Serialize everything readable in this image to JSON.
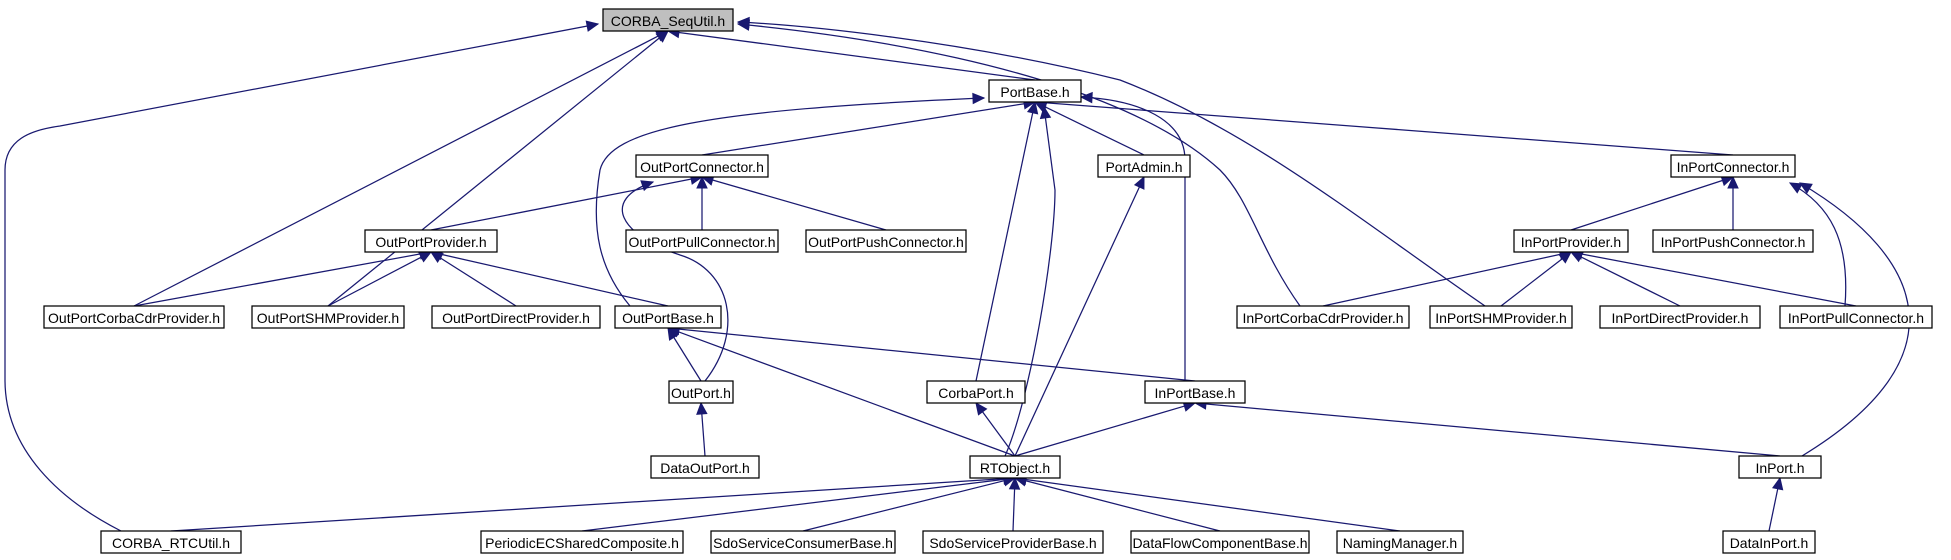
{
  "diagram": {
    "root": "CORBA_SeqUtil.h",
    "nodes": {
      "corba_sequtil": "CORBA_SeqUtil.h",
      "portbase": "PortBase.h",
      "outportconnector": "OutPortConnector.h",
      "portadmin": "PortAdmin.h",
      "inportconnector": "InPortConnector.h",
      "outportprovider": "OutPortProvider.h",
      "outportpullconnector": "OutPortPullConnector.h",
      "outportpushconnector": "OutPortPushConnector.h",
      "inportprovider": "InPortProvider.h",
      "inportpushconnector": "InPortPushConnector.h",
      "outportcorbacdrprovider": "OutPortCorbaCdrProvider.h",
      "outportshmprovider": "OutPortSHMProvider.h",
      "outportdirectprovider": "OutPortDirectProvider.h",
      "outportbase": "OutPortBase.h",
      "inportcorbacdrprovider": "InPortCorbaCdrProvider.h",
      "inportshmprovider": "InPortSHMProvider.h",
      "inportdirectprovider": "InPortDirectProvider.h",
      "inportpullconnector": "InPortPullConnector.h",
      "outport": "OutPort.h",
      "corbaport": "CorbaPort.h",
      "inportbase": "InPortBase.h",
      "dataoutport": "DataOutPort.h",
      "rtobject": "RTObject.h",
      "inport": "InPort.h",
      "corba_rtcutil": "CORBA_RTCUtil.h",
      "periodicecsharedcomposite": "PeriodicECSharedComposite.h",
      "sdoserviceconsumerbase": "SdoServiceConsumerBase.h",
      "sdoserviceproviderbase": "SdoServiceProviderBase.h",
      "dataflowcomponentbase": "DataFlowComponentBase.h",
      "namingmanager": "NamingManager.h",
      "datainport": "DataInPort.h"
    },
    "edges": [
      [
        "portbase",
        "corba_sequtil"
      ],
      [
        "outportcorbacdrprovider",
        "corba_sequtil"
      ],
      [
        "outportshmprovider",
        "corba_sequtil"
      ],
      [
        "inportcorbacdrprovider",
        "corba_sequtil"
      ],
      [
        "inportshmprovider",
        "corba_sequtil"
      ],
      [
        "corba_rtcutil",
        "corba_sequtil"
      ],
      [
        "outportconnector",
        "portbase"
      ],
      [
        "portadmin",
        "portbase"
      ],
      [
        "inportconnector",
        "portbase"
      ],
      [
        "outportbase",
        "portbase"
      ],
      [
        "corbaport",
        "portbase"
      ],
      [
        "rtobject",
        "portbase"
      ],
      [
        "inportbase",
        "portbase"
      ],
      [
        "outportprovider",
        "outportconnector"
      ],
      [
        "outportpullconnector",
        "outportconnector"
      ],
      [
        "outportpushconnector",
        "outportconnector"
      ],
      [
        "outport",
        "outportconnector"
      ],
      [
        "rtobject",
        "portadmin"
      ],
      [
        "inportprovider",
        "inportconnector"
      ],
      [
        "inportpushconnector",
        "inportconnector"
      ],
      [
        "inportpullconnector",
        "inportconnector"
      ],
      [
        "inport",
        "inportconnector"
      ],
      [
        "outportcorbacdrprovider",
        "outportprovider"
      ],
      [
        "outportshmprovider",
        "outportprovider"
      ],
      [
        "outportdirectprovider",
        "outportprovider"
      ],
      [
        "outportbase",
        "outportprovider"
      ],
      [
        "inportcorbacdrprovider",
        "inportprovider"
      ],
      [
        "inportshmprovider",
        "inportprovider"
      ],
      [
        "inportdirectprovider",
        "inportprovider"
      ],
      [
        "inportpullconnector",
        "inportprovider"
      ],
      [
        "outport",
        "outportbase"
      ],
      [
        "rtobject",
        "outportbase"
      ],
      [
        "inportbase",
        "outportbase"
      ],
      [
        "dataoutport",
        "outport"
      ],
      [
        "rtobject",
        "corbaport"
      ],
      [
        "rtobject",
        "inportbase"
      ],
      [
        "inport",
        "inportbase"
      ],
      [
        "corba_rtcutil",
        "rtobject"
      ],
      [
        "periodicecsharedcomposite",
        "rtobject"
      ],
      [
        "sdoserviceconsumerbase",
        "rtobject"
      ],
      [
        "sdoserviceproviderbase",
        "rtobject"
      ],
      [
        "dataflowcomponentbase",
        "rtobject"
      ],
      [
        "namingmanager",
        "rtobject"
      ],
      [
        "datainport",
        "inport"
      ]
    ],
    "colors": {
      "edge": "#191970",
      "root_fill": "#bfbfbf",
      "node_fill": "#ffffff",
      "node_border": "#000000"
    }
  }
}
